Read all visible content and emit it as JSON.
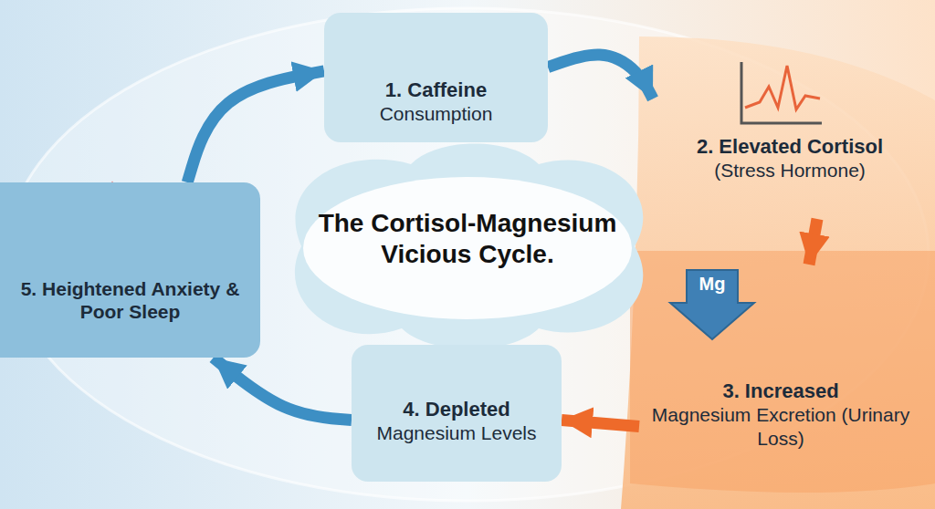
{
  "diagram": {
    "title": "The Cortisol-Magnesium Vicious Cycle.",
    "nodes": [
      {
        "text": [
          "1. Caffeine",
          "Consumption"
        ]
      },
      {
        "text": [
          "2. Elevated Cortisol",
          "(Stress Hormone)"
        ]
      },
      {
        "text": [
          "3. Increased",
          "Magnesium Excretion (Urinary Loss)"
        ]
      },
      {
        "text": [
          "4. Depleted",
          "Magnesium Levels"
        ]
      },
      {
        "text": [
          "5. Heightened Anxiety & Poor Sleep"
        ]
      }
    ],
    "edges": [
      {
        "from": 0,
        "to": 1,
        "arrow": "to"
      },
      {
        "from": 1,
        "to": 2,
        "arrow": "to"
      },
      {
        "from": 2,
        "to": 3,
        "arrow": "to"
      },
      {
        "from": 3,
        "to": 4,
        "arrow": "to"
      },
      {
        "from": 4,
        "to": 0,
        "arrow": "to"
      }
    ],
    "labels": [
      "Mg"
    ]
  }
}
